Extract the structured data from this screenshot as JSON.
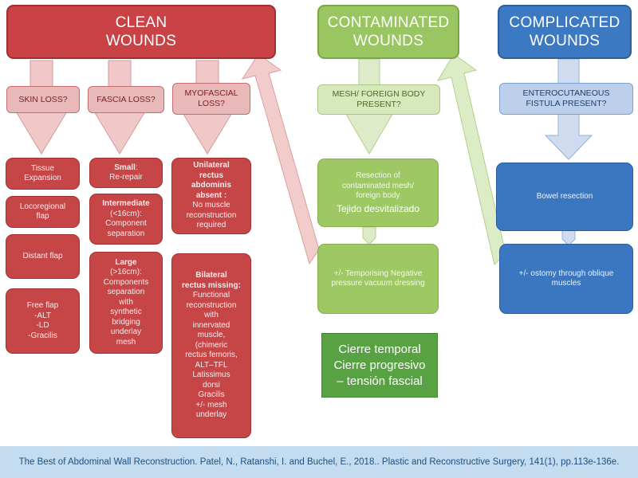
{
  "clean": {
    "title_line1": "CLEAN",
    "title_line2": "WOUNDS",
    "questions": {
      "skin": "SKIN LOSS?",
      "fascia": "FASCIA LOSS?",
      "myofascial_line1": "MYOFASCIAL",
      "myofascial_line2": "LOSS?"
    },
    "skin_options": {
      "tissue_line1": "Tissue",
      "tissue_line2": "Expansion",
      "locoregional_line1": "Locoregional",
      "locoregional_line2": "flap",
      "distant": "Distant flap",
      "free_lines": [
        "Free flap",
        "-ALT",
        "-LD",
        "-Gracilis"
      ]
    },
    "fascia_options": {
      "small_title": "Small",
      "small_colon": ":",
      "small_text": "Re-repair",
      "intermediate_title": "Intermediate",
      "intermediate_lines": [
        "(<16cm):",
        "Component",
        "separation"
      ],
      "large_title": "Large",
      "large_lines": [
        "(>16cm):",
        "Components",
        "separation",
        "with",
        "synthetic",
        "bridging",
        "underlay",
        "mesh"
      ]
    },
    "myofascial_options": {
      "unilateral_title_lines": [
        "Unilateral",
        "rectus",
        "abdominis",
        "absent :"
      ],
      "unilateral_lines": [
        "No muscle",
        "reconstruction",
        "required"
      ],
      "bilateral_title_lines": [
        "Bilateral",
        "rectus missing:"
      ],
      "bilateral_lines": [
        "Functional",
        "reconstruction",
        "with",
        "innervated",
        "muscle,",
        "(chimeric",
        "rectus femoris,",
        "ALT–TFL",
        "Latissimus",
        "dorsi",
        "Gracilis",
        "+/- mesh",
        "underlay"
      ]
    }
  },
  "contaminated": {
    "title_line1": "CONTAMINATED",
    "title_line2": "WOUNDS",
    "question_line1": "MESH/ FOREIGN BODY",
    "question_line2": "PRESENT?",
    "resection_lines": [
      "Resection of",
      "contaminated mesh/",
      "foreign body"
    ],
    "resection_note": "Tejido desvitalizado",
    "temporising_lines": [
      "+/- Temporising Negative",
      "pressure vacuum dressing"
    ]
  },
  "complicated": {
    "title_line1": "COMPLICATED",
    "title_line2": "WOUNDS",
    "question_line1": "ENTEROCUTANEOUS",
    "question_line2": "FISTULA PRESENT?",
    "bowel": "Bowel resection",
    "ostomy_lines": [
      "+/- ostomy through oblique",
      "muscles"
    ]
  },
  "overlay": {
    "lines": [
      "Cierre temporal",
      "Cierre progresivo",
      "– tensión fascial"
    ]
  },
  "footer": {
    "citation": "The Best of Abdominal Wall Reconstruction. Patel, N., Ratanshi, I. and Buchel, E., 2018.. Plastic and Reconstructive Surgery, 141(1), pp.113e-136e."
  },
  "colors": {
    "clean": "#c94346",
    "contaminated": "#99c660",
    "complicated": "#3c79c3",
    "overlay": "#58a244",
    "footer": "#c4dcef"
  }
}
